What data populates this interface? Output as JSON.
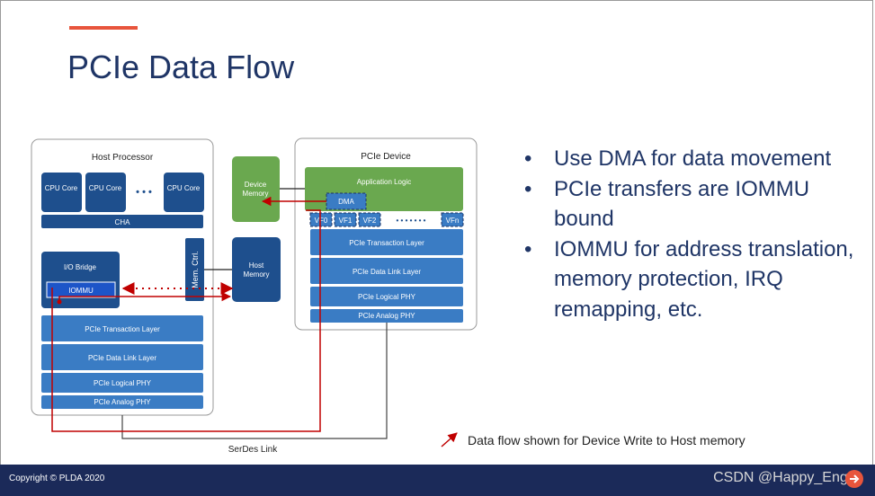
{
  "slide": {
    "title": "PCIe Data Flow",
    "bullets": [
      "Use DMA for data movement",
      "PCIe transfers are IOMMU bound",
      "IOMMU for address translation, memory protection, IRQ remapping, etc."
    ],
    "copyright": "Copyright © PLDA 2020",
    "watermark": "CSDN @Happy_Enger"
  },
  "diagram": {
    "host_processor": {
      "title": "Host Processor",
      "cpu_core": "CPU Core",
      "ellipsis": "• • •",
      "cha": "CHA",
      "io_bridge": "I/O Bridge",
      "iommu": "IOMMU",
      "mem_ctrl": "Mem. Ctrl.",
      "layers": [
        "PCIe Transaction Layer",
        "PCIe Data Link Layer",
        "PCIe Logical PHY",
        "PCIe Analog PHY"
      ]
    },
    "device_memory": "Device Memory",
    "host_memory": "Host Memory",
    "pcie_device": {
      "title": "PCIe Device",
      "app_logic": "Application Logic",
      "dma": "DMA",
      "vfs": [
        "VF0",
        "VF1",
        "VF2",
        "VFn"
      ],
      "vf_dots": "• • • • • • •",
      "layers": [
        "PCIe Transaction Layer",
        "PCIe Data Link Layer",
        "PCIe Logical PHY",
        "PCIe Analog PHY"
      ]
    },
    "serdes_link": "SerDes Link",
    "legend": "Data flow shown for Device Write to Host memory"
  },
  "colors": {
    "title": "#1f3566",
    "accent": "#e8553c",
    "dark_blue": "#1e4f8d",
    "mid_blue": "#3a7cc4",
    "green": "#6aa84f",
    "flow_red": "#c00000",
    "footer": "#1b2a59"
  }
}
